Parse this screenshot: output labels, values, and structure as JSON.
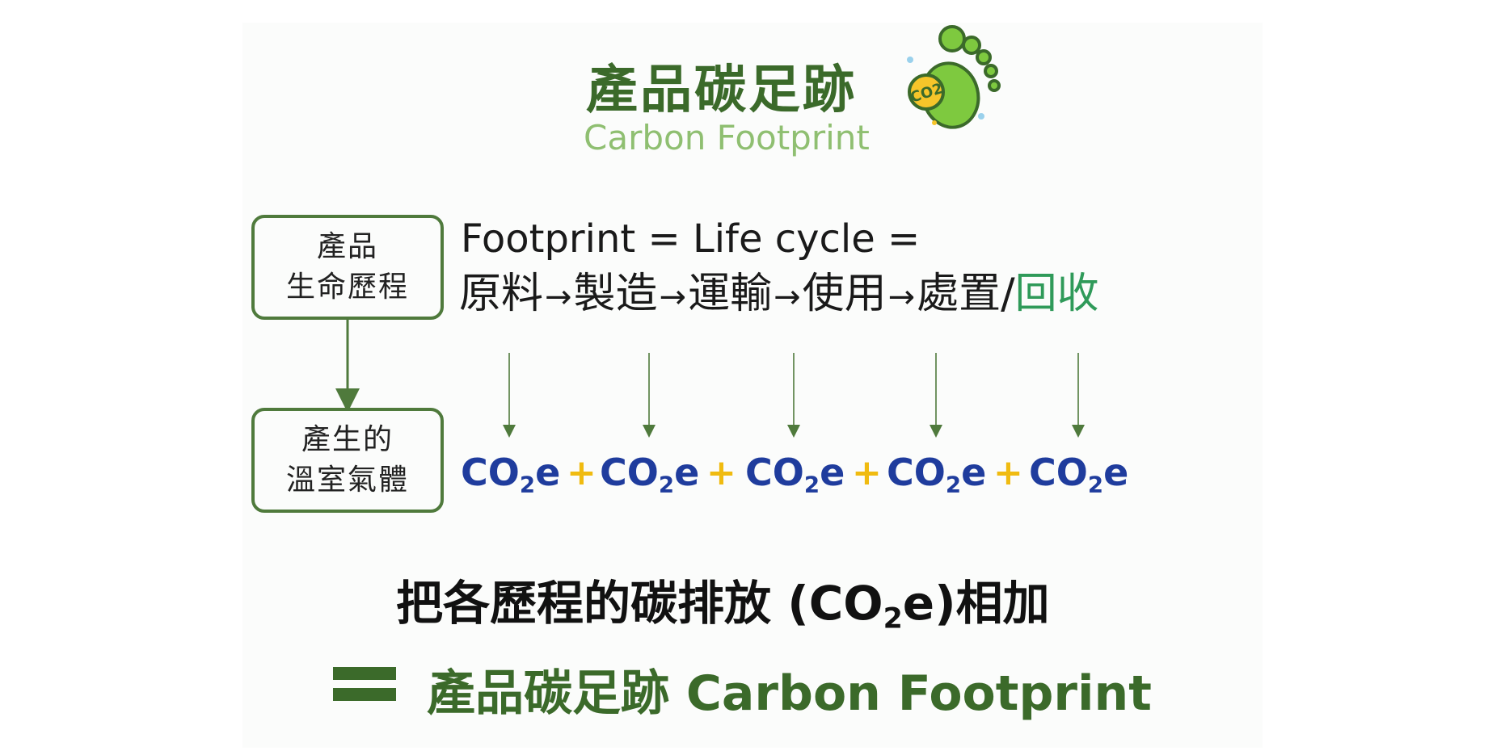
{
  "header": {
    "title_zh": "產品碳足跡",
    "title_en": "Carbon Footprint",
    "logo_label": "CO2"
  },
  "box_lifecycle": {
    "line1": "產品",
    "line2": "生命歷程"
  },
  "box_ghg": {
    "line1": "產生的",
    "line2": "溫室氣體"
  },
  "formula": "Footprint = Life cycle =",
  "stages": [
    {
      "label": "原料"
    },
    {
      "label": "製造"
    },
    {
      "label": "運輸"
    },
    {
      "label": "使用"
    },
    {
      "label": "處置/",
      "extra": "回收"
    }
  ],
  "arrow_glyph": "→",
  "co2_term": {
    "base": "CO",
    "sub": "2",
    "suffix": "e"
  },
  "plus_sign": "+",
  "summary": {
    "before": "把各歷程的碳排放 (CO",
    "sub": "2",
    "after": "e)相加"
  },
  "final": "產品碳足跡 Carbon Footprint",
  "colors": {
    "dark_green": "#3b6a2a",
    "light_green": "#8fbf71",
    "recycle_green": "#2f9a59",
    "co2_blue": "#1f3c9d",
    "plus_yellow": "#f0bb10"
  }
}
